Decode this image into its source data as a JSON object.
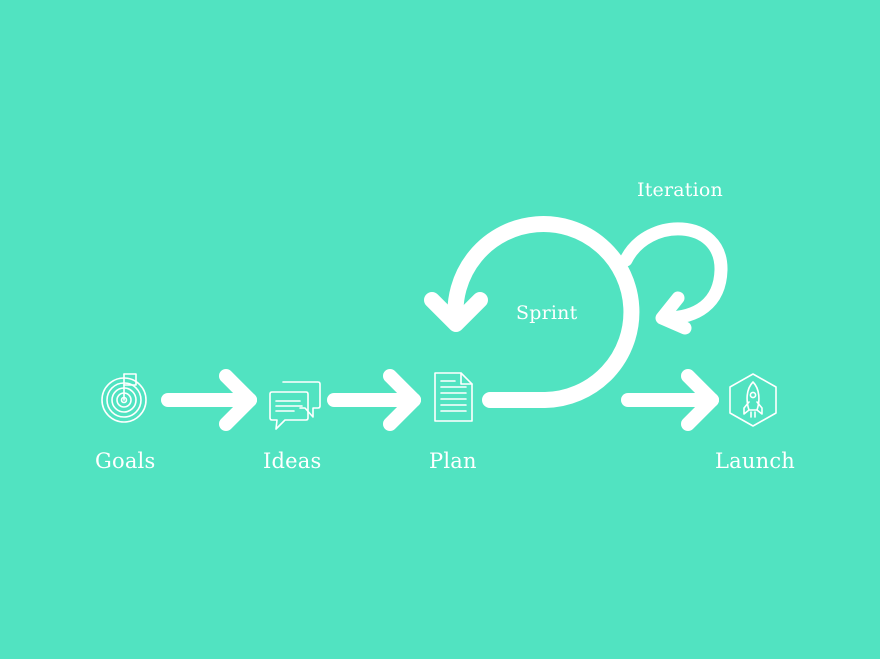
{
  "colors": {
    "background": "#51E3C1",
    "foreground": "#FFFFFF"
  },
  "steps": [
    {
      "label": "Goals",
      "icon": "target-flag-icon"
    },
    {
      "label": "Ideas",
      "icon": "speech-bubbles-icon"
    },
    {
      "label": "Plan",
      "icon": "document-icon"
    },
    {
      "label": "Launch",
      "icon": "rocket-hexagon-icon"
    }
  ],
  "loops": {
    "sprint": "Sprint",
    "iteration": "Iteration"
  }
}
